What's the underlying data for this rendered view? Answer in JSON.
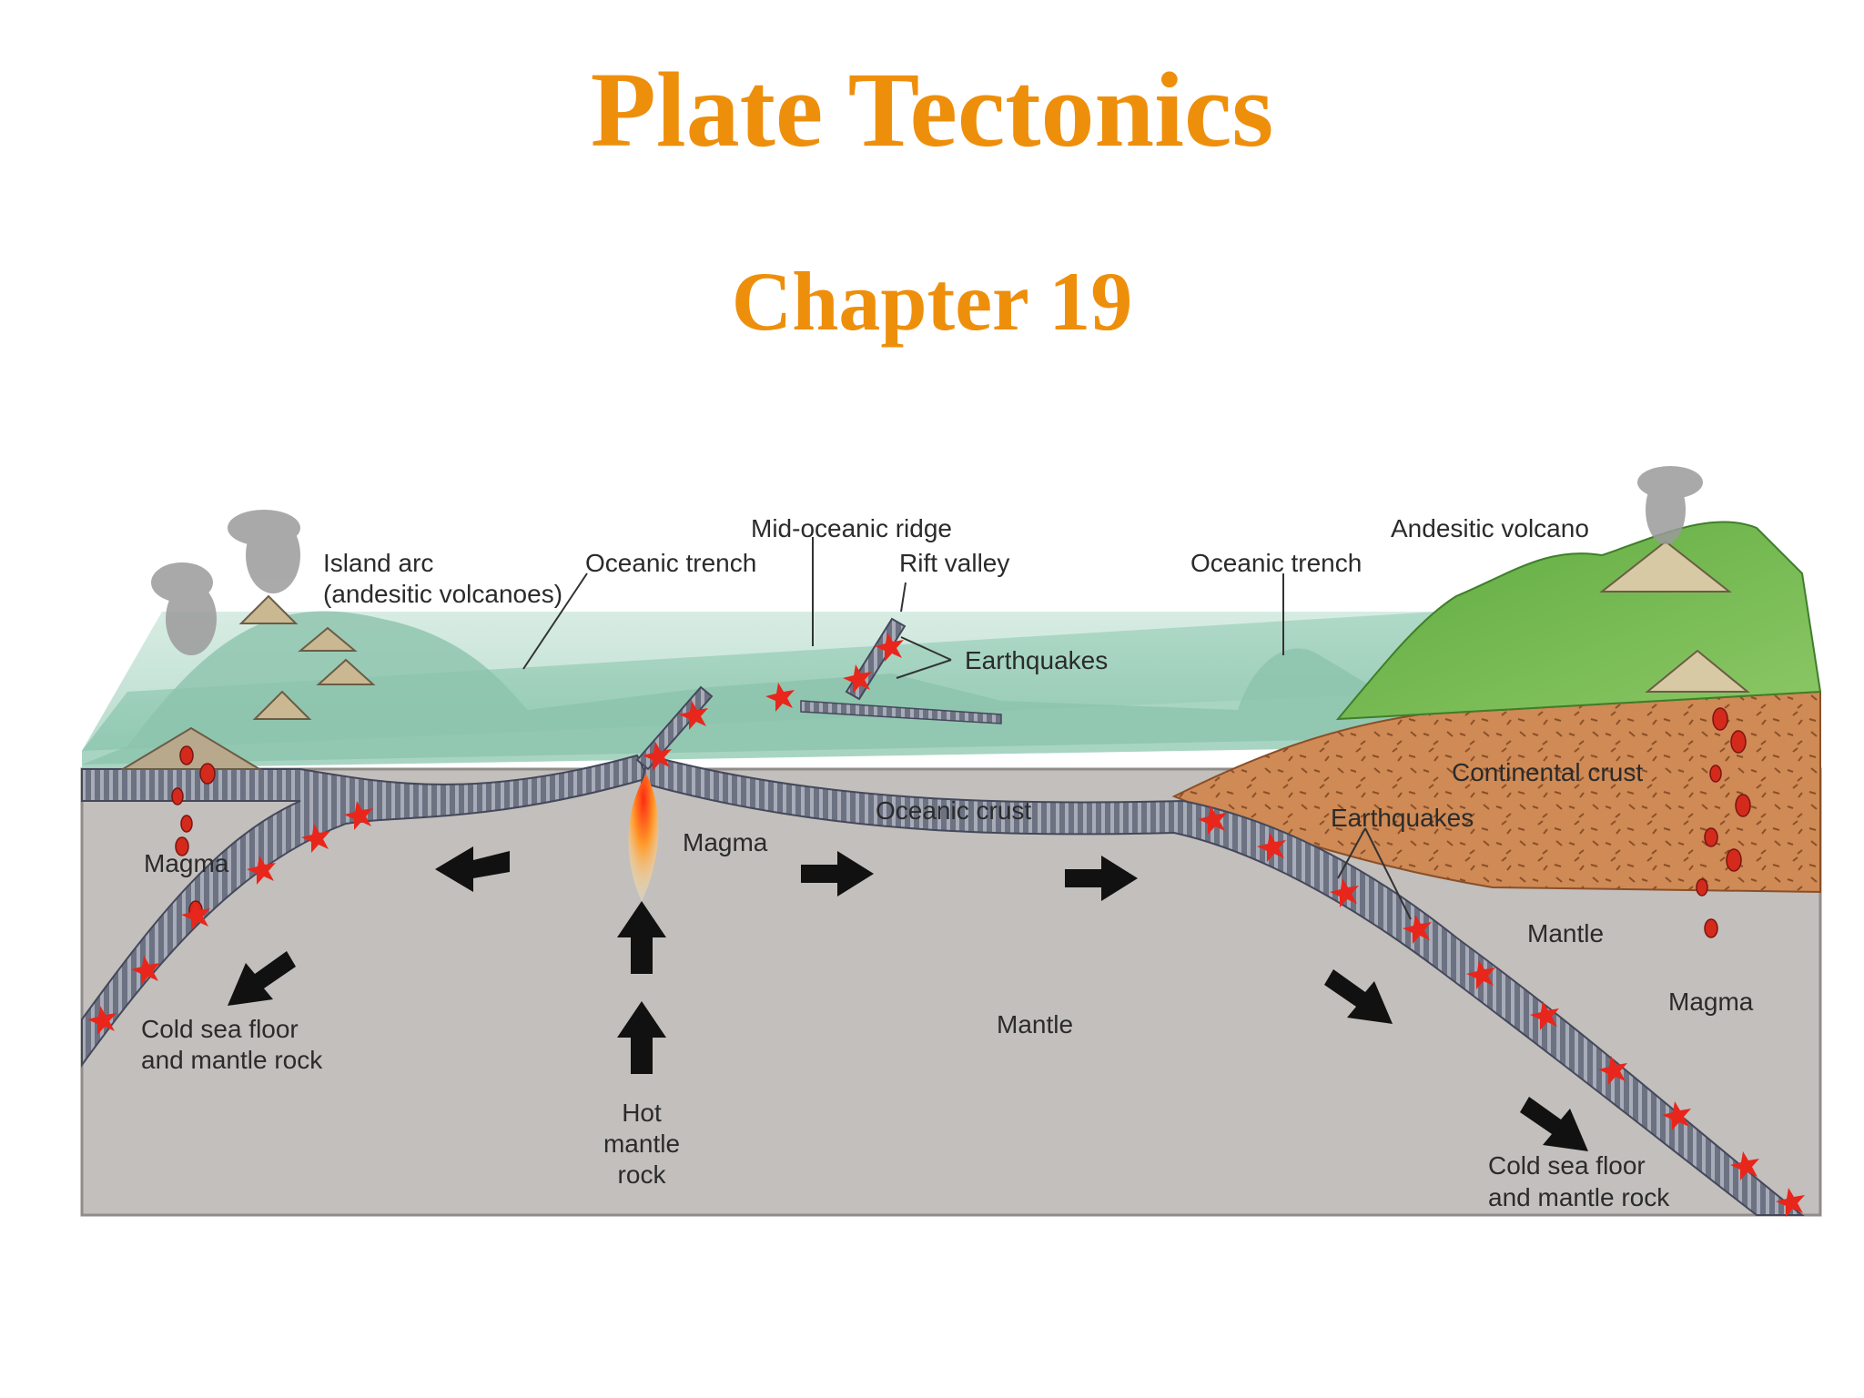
{
  "slide": {
    "title": "Plate Tectonics",
    "subtitle": "Chapter 19"
  },
  "diagram": {
    "labels": {
      "island_arc_1": "Island arc",
      "island_arc_2": "(andesitic volcanoes)",
      "oceanic_trench_left": "Oceanic trench",
      "mid_oceanic_ridge": "Mid-oceanic ridge",
      "rift_valley": "Rift valley",
      "earthquakes_top": "Earthquakes",
      "oceanic_trench_right": "Oceanic trench",
      "andesitic_volcano": "Andesitic volcano",
      "continental_crust": "Continental crust",
      "earthquakes_right": "Earthquakes",
      "oceanic_crust": "Oceanic crust",
      "magma_left": "Magma",
      "magma_center": "Magma",
      "magma_right": "Magma",
      "mantle_center": "Mantle",
      "mantle_right": "Mantle",
      "cold_left_1": "Cold sea floor",
      "cold_left_2": "and mantle rock",
      "cold_right_1": "Cold sea floor",
      "cold_right_2": "and mantle rock",
      "hot_1": "Hot",
      "hot_2": "mantle",
      "hot_3": "rock"
    },
    "colors": {
      "title": "#ee8f0c",
      "ocean": "#9fd0bb",
      "mantle": "#c3bfbc",
      "crust": "#6c7282",
      "continental": "#cf8a55",
      "land": "#74b54a",
      "quake": "#e8261b"
    }
  }
}
